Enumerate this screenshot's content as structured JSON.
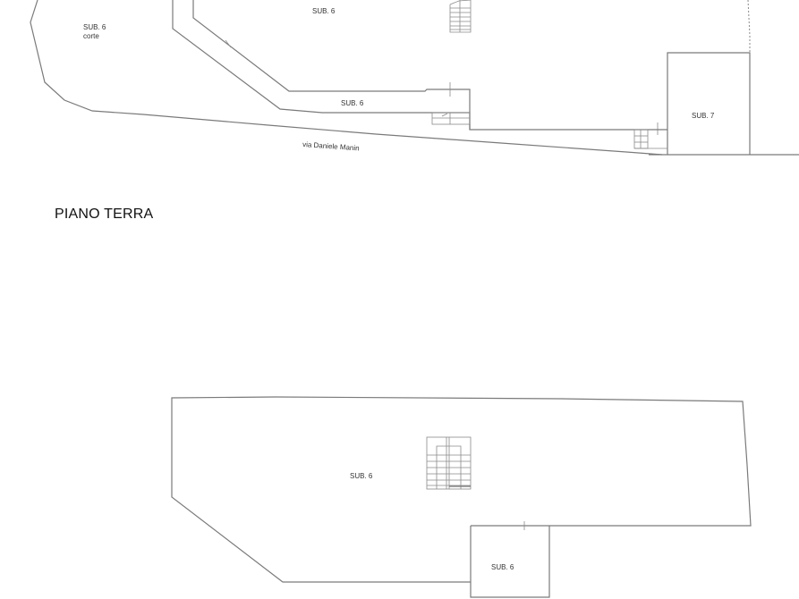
{
  "drawing": {
    "floor_title": "PIANO TERRA",
    "top_plan": {
      "labels": {
        "courtyard_sub": "SUB. 6",
        "courtyard_note": "corte",
        "main_room": "SUB. 6",
        "corridor": "SUB. 6",
        "side_unit": "SUB. 7",
        "street": "via Daniele Manin"
      }
    },
    "bottom_plan": {
      "labels": {
        "main_room": "SUB. 6",
        "annex": "SUB. 6"
      }
    },
    "colors": {
      "line": "#7a7a7a",
      "text": "#333333",
      "background": "#ffffff"
    }
  }
}
